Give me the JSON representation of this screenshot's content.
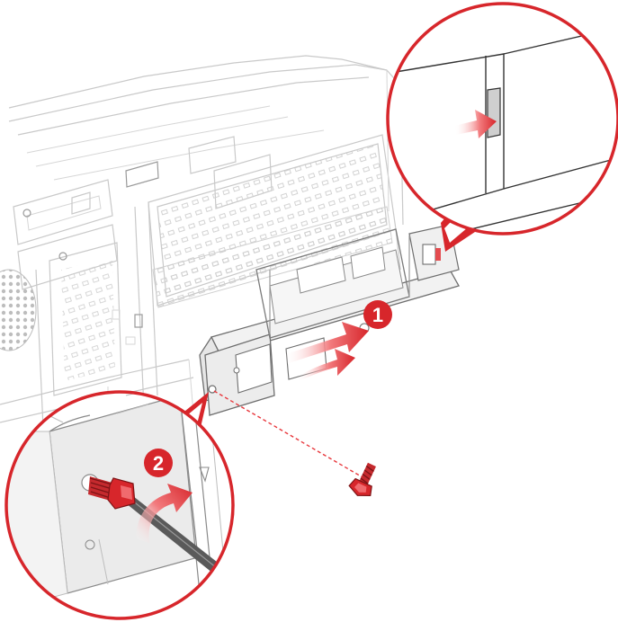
{
  "steps": [
    {
      "number": "1",
      "action": "slide-in"
    },
    {
      "number": "2",
      "action": "tighten-screw"
    }
  ],
  "colors": {
    "accent_red": "#d7262b",
    "arrow_red": "#e8383d",
    "line_gray": "#c9c9c9",
    "callout_border": "#d7262b"
  },
  "icons": [
    "screw-icon",
    "screwdriver-icon",
    "slide-arrow-icon",
    "rotate-arrow-icon"
  ]
}
